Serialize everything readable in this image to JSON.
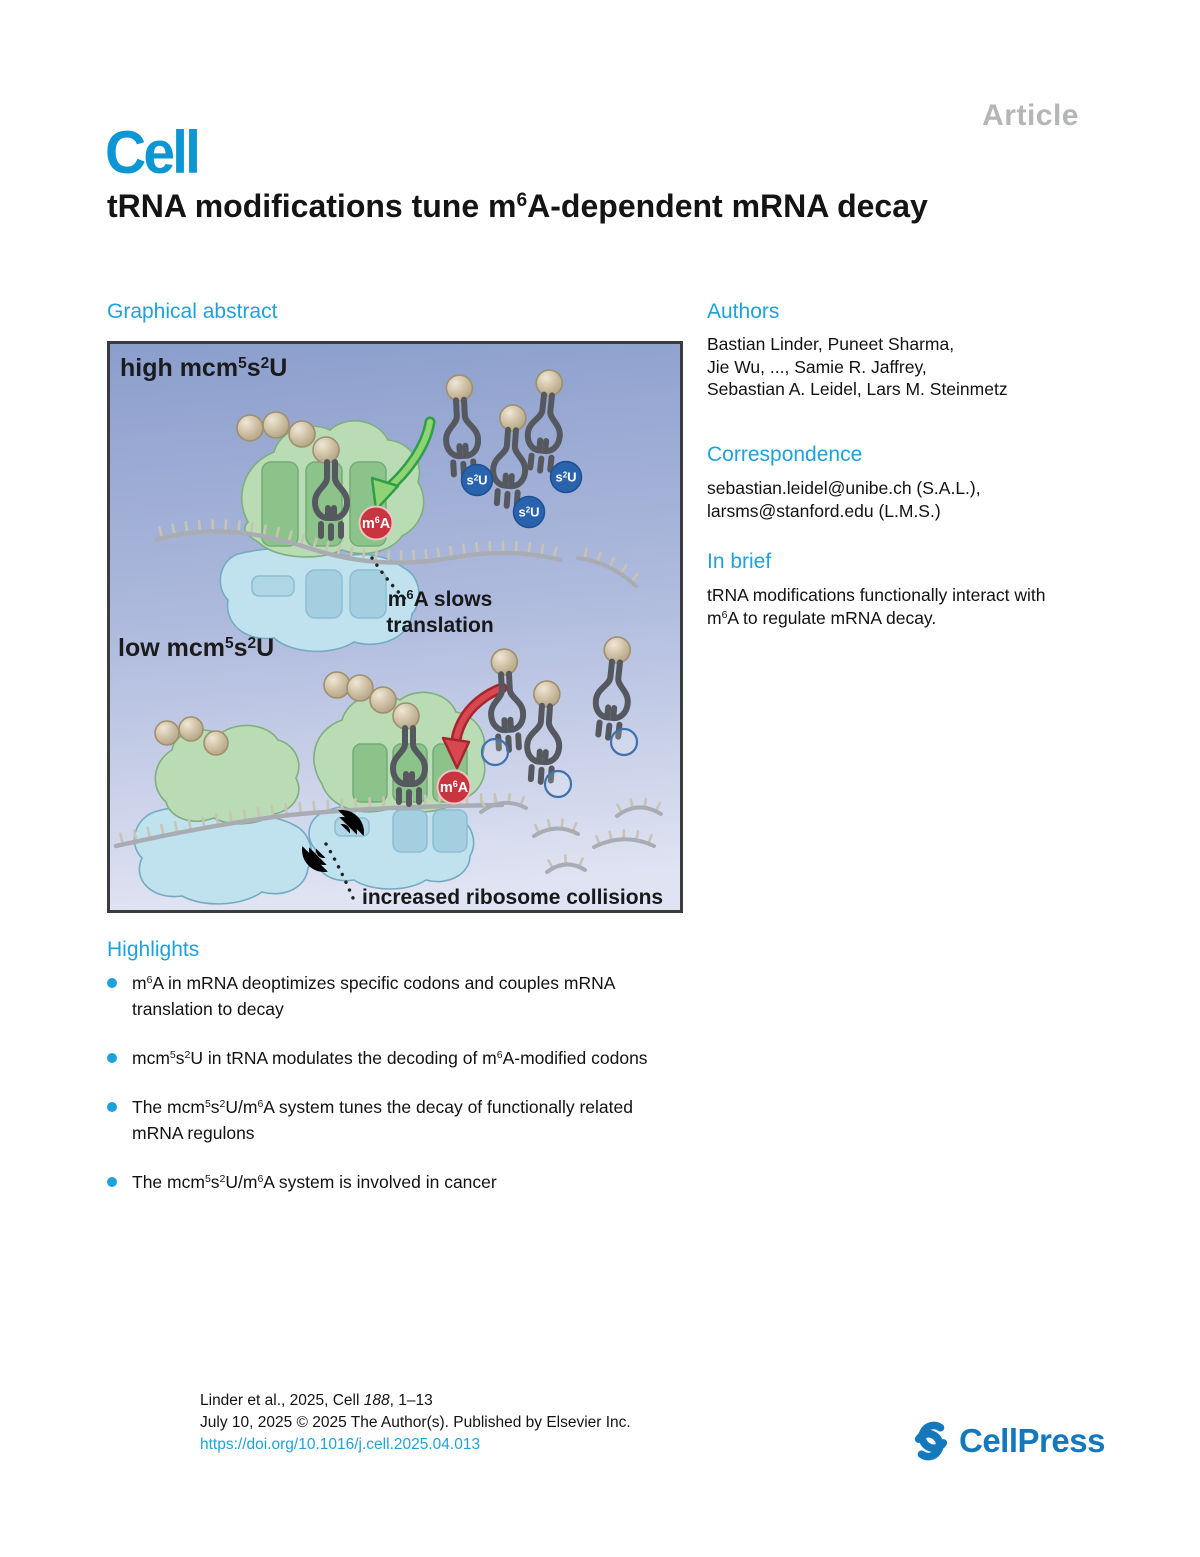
{
  "page": {
    "article_tag": "Article",
    "journal_logo": "Cell",
    "title": "tRNA modifications tune m^6A-dependent mRNA decay"
  },
  "graphical_abstract": {
    "heading": "Graphical abstract",
    "panel": {
      "top_label": "high mcm^5s^2U",
      "bottom_label": "low mcm^5s^2U",
      "s2u_badge": "s^2U",
      "m6a_badge": "m^6A",
      "top_annotation_line1": "m^6A slows",
      "top_annotation_line2": "translation",
      "bottom_annotation": "increased ribosome collisions"
    }
  },
  "authors": {
    "heading": "Authors",
    "lines": [
      "Bastian Linder, Puneet Sharma,",
      "Jie Wu, ..., Samie R. Jaffrey,",
      "Sebastian A. Leidel, Lars M. Steinmetz"
    ]
  },
  "correspondence": {
    "heading": "Correspondence",
    "lines": [
      "sebastian.leidel@unibe.ch (S.A.L.),",
      "larsms@stanford.edu (L.M.S.)"
    ]
  },
  "in_brief": {
    "heading": "In brief",
    "text": "tRNA modifications functionally interact with m^6A to regulate mRNA decay."
  },
  "highlights": {
    "heading": "Highlights",
    "items": [
      "m^6A in mRNA deoptimizes specific codons and couples mRNA translation to decay",
      "mcm^5s^2U in tRNA modulates the decoding of m^6A-modified codons",
      "The mcm^5s^2U/m^6A system tunes the decay of functionally related mRNA regulons",
      "The mcm^5s^2U/m^6A system is involved in cancer"
    ]
  },
  "footer": {
    "citation_prefix": "Linder et al., 2025, Cell ",
    "citation_volume": "188",
    "citation_suffix": ", 1–13",
    "line2": "July 10, 2025 © 2025 The Author(s). Published by Elsevier Inc.",
    "doi": "https://doi.org/10.1016/j.cell.2025.04.013",
    "publisher": "CellPress"
  },
  "colors": {
    "accent_cyan": "#1ea2db",
    "cell_logo_blue": "#0d96d4",
    "cellpress_blue": "#1478bd",
    "article_gray": "#b4b6b8",
    "m6a_red": "#c9353e",
    "s2u_blue": "#2a63ad",
    "panel_gradient_top": "#8b9ecc",
    "panel_gradient_bottom": "#dfe3f2"
  }
}
